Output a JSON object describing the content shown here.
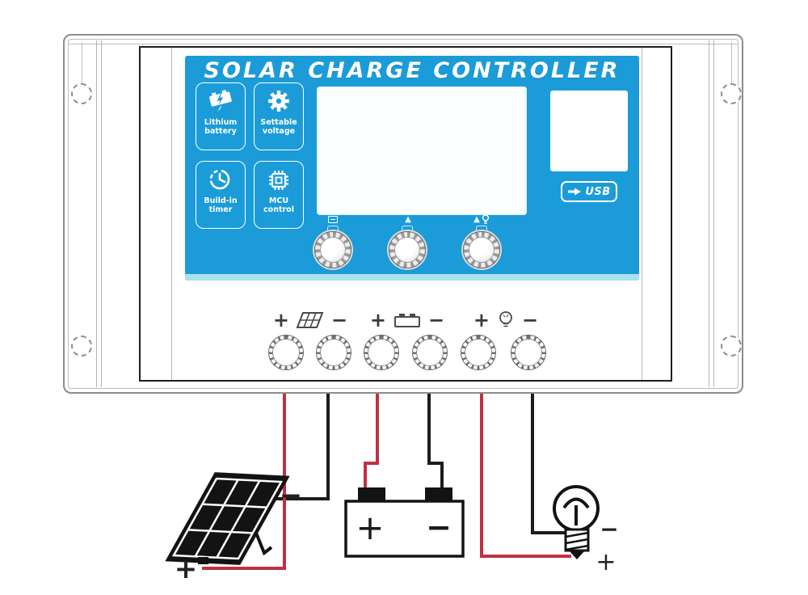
{
  "title": "SOLAR CHARGE CONTROLLER",
  "features": [
    {
      "line1": "Lithium",
      "line2": "battery"
    },
    {
      "line1": "Settable",
      "line2": "voltage"
    },
    {
      "line1": "Build-in",
      "line2": "timer"
    },
    {
      "line1": "MCU",
      "line2": "control"
    }
  ],
  "usb": {
    "label": "USB"
  },
  "terminal_groups": [
    {
      "name": "solar panel",
      "plus": "+",
      "minus": "−"
    },
    {
      "name": "battery",
      "plus": "+",
      "minus": "−"
    },
    {
      "name": "load",
      "plus": "+",
      "minus": "−"
    }
  ],
  "wiring": {
    "solar_panel": {
      "minus": "−",
      "plus": "+"
    },
    "battery": {
      "plus": "+",
      "minus": "−"
    },
    "bulb": {
      "minus": "−",
      "plus": "+"
    }
  },
  "colors": {
    "panel_blue": "#1b9cd9",
    "panel_blue_light": "#abdff2",
    "wire_red": "#c22f42",
    "wire_black": "#1c1c1c"
  }
}
